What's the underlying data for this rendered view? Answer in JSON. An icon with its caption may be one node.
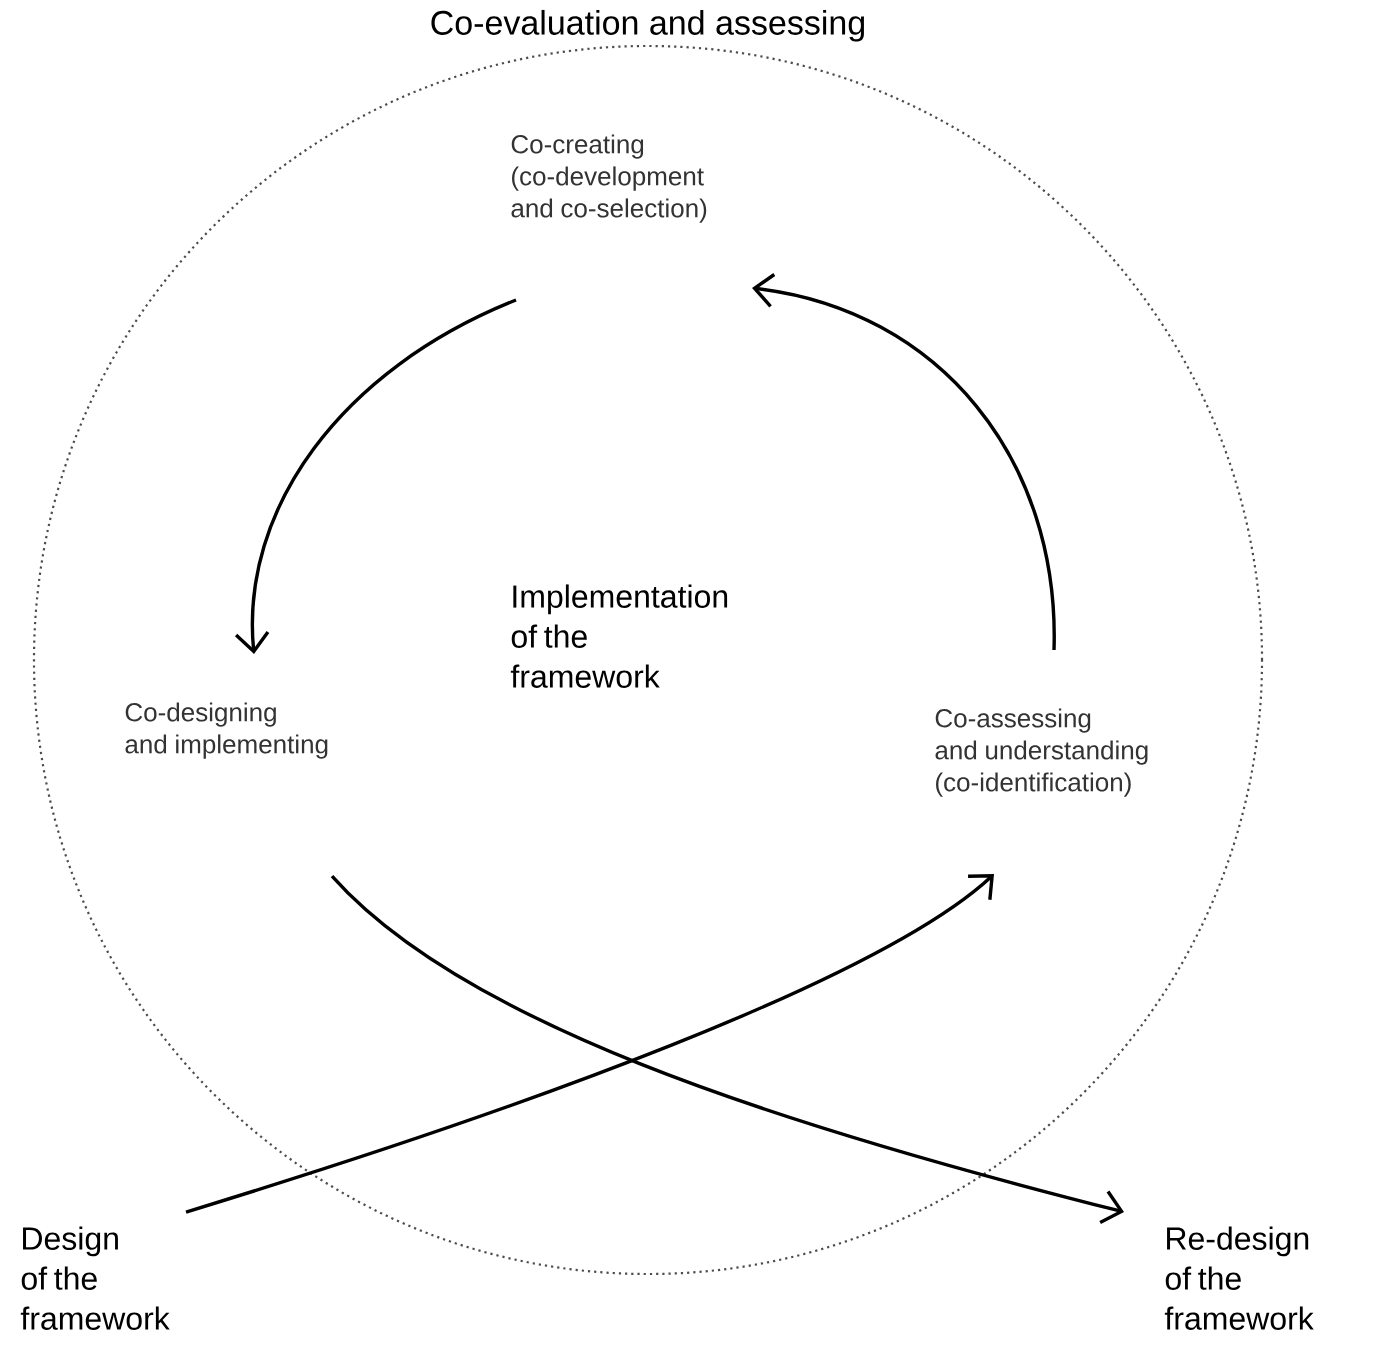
{
  "diagram": {
    "nodes": [
      {
        "text": [
          "Co-evaluation and assessing"
        ]
      },
      {
        "text": [
          "Co-creating (co-development and co-selection)"
        ],
        "in": 0
      },
      {
        "text": [
          "Co-designing and implementing"
        ],
        "in": 0
      },
      {
        "text": [
          "Co-assessing and understanding (co-identification)"
        ],
        "in": 0
      },
      {
        "text": [
          "Design of the framework"
        ]
      },
      {
        "text": [
          "Re-design of the framework"
        ]
      }
    ],
    "edges": [
      {
        "from": 1,
        "to": 2,
        "arrow": "to"
      },
      {
        "from": 3,
        "to": 1,
        "arrow": "to"
      },
      {
        "from": 4,
        "to": 3,
        "arrow": "to"
      },
      {
        "from": 2,
        "to": 5,
        "arrow": "to"
      }
    ],
    "labels": [
      "Implementation of the framework"
    ]
  }
}
